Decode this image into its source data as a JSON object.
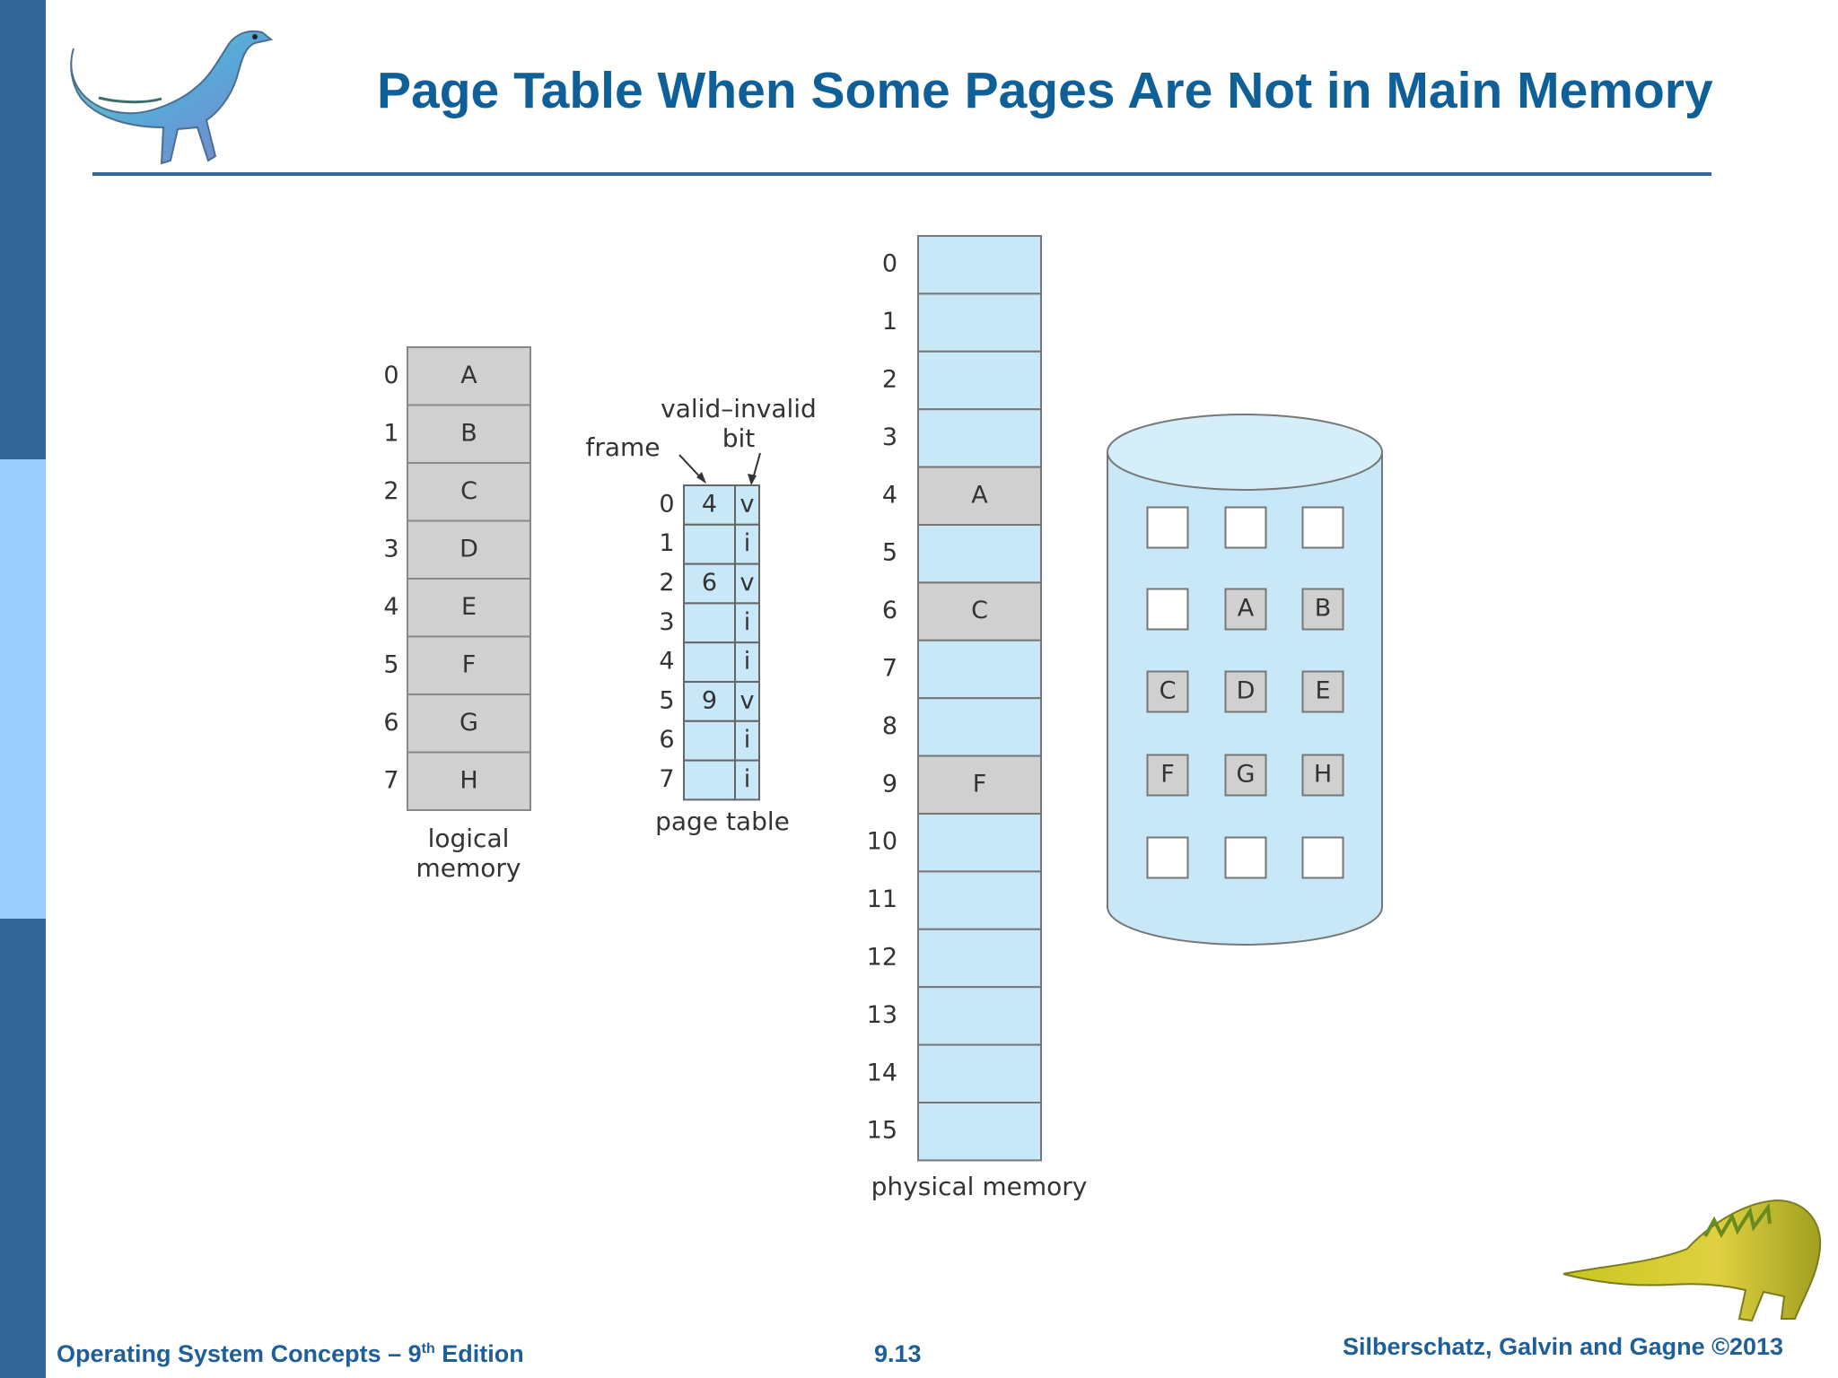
{
  "slide": {
    "title": "Page Table When Some Pages Are Not in Main Memory",
    "footer_left_prefix": "Operating System Concepts – 9",
    "footer_left_sup": "th",
    "footer_left_suffix": " Edition",
    "footer_center": "9.13",
    "footer_right": "Silberschatz, Galvin and Gagne ©2013"
  },
  "colors": {
    "sidebar": "#336699",
    "sidebar_accent": "#99ccff",
    "title": "#0f6098",
    "frame_fill": "#c8e7f7",
    "page_fill": "#d0d0d0"
  },
  "diagram": {
    "logical_memory": {
      "label_line1": "logical",
      "label_line2": "memory",
      "pages": [
        {
          "index": "0",
          "content": "A"
        },
        {
          "index": "1",
          "content": "B"
        },
        {
          "index": "2",
          "content": "C"
        },
        {
          "index": "3",
          "content": "D"
        },
        {
          "index": "4",
          "content": "E"
        },
        {
          "index": "5",
          "content": "F"
        },
        {
          "index": "6",
          "content": "G"
        },
        {
          "index": "7",
          "content": "H"
        }
      ]
    },
    "page_table": {
      "label": "page table",
      "frame_label": "frame",
      "valid_label_line1": "valid–invalid",
      "valid_label_line2": "bit",
      "entries": [
        {
          "index": "0",
          "frame": "4",
          "bit": "v"
        },
        {
          "index": "1",
          "frame": "",
          "bit": "i"
        },
        {
          "index": "2",
          "frame": "6",
          "bit": "v"
        },
        {
          "index": "3",
          "frame": "",
          "bit": "i"
        },
        {
          "index": "4",
          "frame": "",
          "bit": "i"
        },
        {
          "index": "5",
          "frame": "9",
          "bit": "v"
        },
        {
          "index": "6",
          "frame": "",
          "bit": "i"
        },
        {
          "index": "7",
          "frame": "",
          "bit": "i"
        }
      ]
    },
    "physical_memory": {
      "label": "physical memory",
      "frames": [
        {
          "index": "0",
          "content": ""
        },
        {
          "index": "1",
          "content": ""
        },
        {
          "index": "2",
          "content": ""
        },
        {
          "index": "3",
          "content": ""
        },
        {
          "index": "4",
          "content": "A"
        },
        {
          "index": "5",
          "content": ""
        },
        {
          "index": "6",
          "content": "C"
        },
        {
          "index": "7",
          "content": ""
        },
        {
          "index": "8",
          "content": ""
        },
        {
          "index": "9",
          "content": "F"
        },
        {
          "index": "10",
          "content": ""
        },
        {
          "index": "11",
          "content": ""
        },
        {
          "index": "12",
          "content": ""
        },
        {
          "index": "13",
          "content": ""
        },
        {
          "index": "14",
          "content": ""
        },
        {
          "index": "15",
          "content": ""
        }
      ]
    },
    "backing_store": {
      "blocks": [
        "",
        "",
        "",
        "",
        "A",
        "B",
        "C",
        "D",
        "E",
        "F",
        "G",
        "H",
        "",
        "",
        ""
      ]
    }
  }
}
